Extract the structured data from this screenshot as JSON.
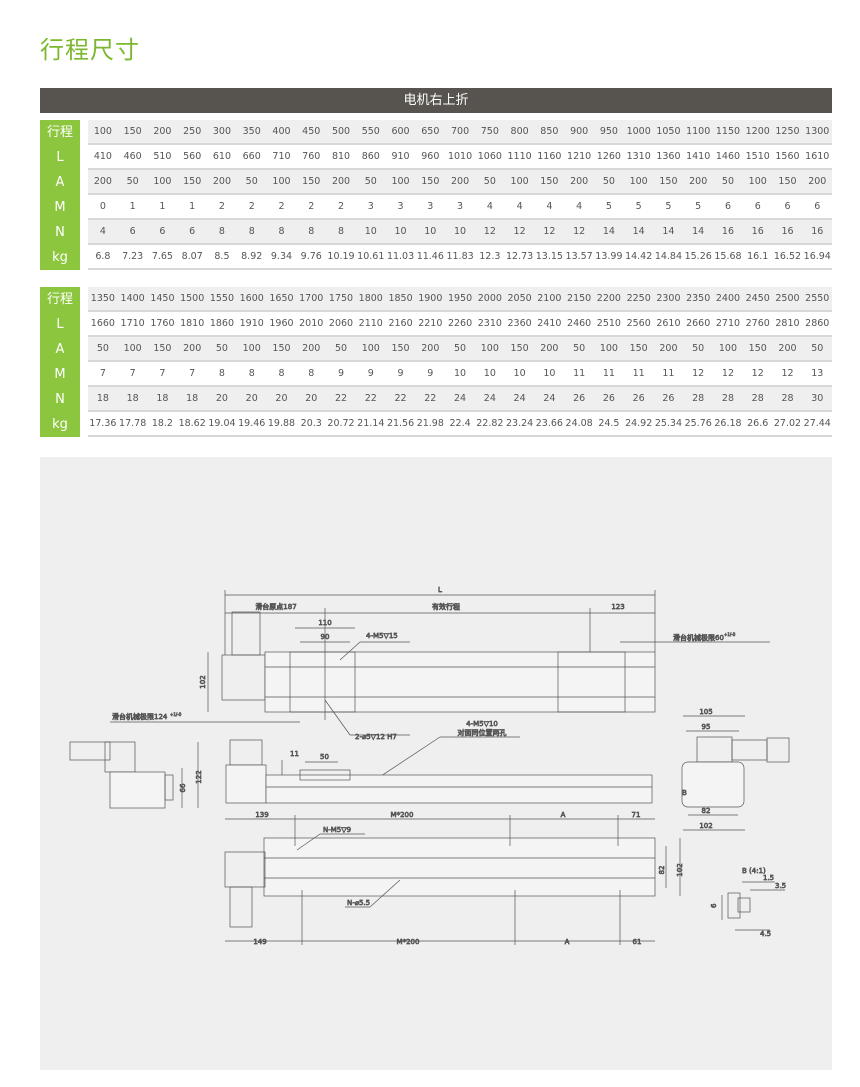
{
  "title": "行程尺寸",
  "table_header": "电机右上折",
  "row_labels": [
    "行程",
    "L",
    "A",
    "M",
    "N",
    "kg"
  ],
  "tables": [
    {
      "rows": [
        [
          "100",
          "150",
          "200",
          "250",
          "300",
          "350",
          "400",
          "450",
          "500",
          "550",
          "600",
          "650",
          "700",
          "750",
          "800",
          "850",
          "900",
          "950",
          "1000",
          "1050",
          "1100",
          "1150",
          "1200",
          "1250",
          "1300"
        ],
        [
          "410",
          "460",
          "510",
          "560",
          "610",
          "660",
          "710",
          "760",
          "810",
          "860",
          "910",
          "960",
          "1010",
          "1060",
          "1110",
          "1160",
          "1210",
          "1260",
          "1310",
          "1360",
          "1410",
          "1460",
          "1510",
          "1560",
          "1610"
        ],
        [
          "200",
          "50",
          "100",
          "150",
          "200",
          "50",
          "100",
          "150",
          "200",
          "50",
          "100",
          "150",
          "200",
          "50",
          "100",
          "150",
          "200",
          "50",
          "100",
          "150",
          "200",
          "50",
          "100",
          "150",
          "200"
        ],
        [
          "0",
          "1",
          "1",
          "1",
          "2",
          "2",
          "2",
          "2",
          "2",
          "3",
          "3",
          "3",
          "3",
          "4",
          "4",
          "4",
          "4",
          "5",
          "5",
          "5",
          "5",
          "6",
          "6",
          "6",
          "6"
        ],
        [
          "4",
          "6",
          "6",
          "6",
          "8",
          "8",
          "8",
          "8",
          "8",
          "10",
          "10",
          "10",
          "10",
          "12",
          "12",
          "12",
          "12",
          "14",
          "14",
          "14",
          "14",
          "16",
          "16",
          "16",
          "16"
        ],
        [
          "6.8",
          "7.23",
          "7.65",
          "8.07",
          "8.5",
          "8.92",
          "9.34",
          "9.76",
          "10.19",
          "10.61",
          "11.03",
          "11.46",
          "11.83",
          "12.3",
          "12.73",
          "13.15",
          "13.57",
          "13.99",
          "14.42",
          "14.84",
          "15.26",
          "15.68",
          "16.1",
          "16.52",
          "16.94"
        ]
      ]
    },
    {
      "rows": [
        [
          "1350",
          "1400",
          "1450",
          "1500",
          "1550",
          "1600",
          "1650",
          "1700",
          "1750",
          "1800",
          "1850",
          "1900",
          "1950",
          "2000",
          "2050",
          "2100",
          "2150",
          "2200",
          "2250",
          "2300",
          "2350",
          "2400",
          "2450",
          "2500",
          "2550"
        ],
        [
          "1660",
          "1710",
          "1760",
          "1810",
          "1860",
          "1910",
          "1960",
          "2010",
          "2060",
          "2110",
          "2160",
          "2210",
          "2260",
          "2310",
          "2360",
          "2410",
          "2460",
          "2510",
          "2560",
          "2610",
          "2660",
          "2710",
          "2760",
          "2810",
          "2860"
        ],
        [
          "50",
          "100",
          "150",
          "200",
          "50",
          "100",
          "150",
          "200",
          "50",
          "100",
          "150",
          "200",
          "50",
          "100",
          "150",
          "200",
          "50",
          "100",
          "150",
          "200",
          "50",
          "100",
          "150",
          "200",
          "50"
        ],
        [
          "7",
          "7",
          "7",
          "7",
          "8",
          "8",
          "8",
          "8",
          "9",
          "9",
          "9",
          "9",
          "10",
          "10",
          "10",
          "10",
          "11",
          "11",
          "11",
          "11",
          "12",
          "12",
          "12",
          "12",
          "13"
        ],
        [
          "18",
          "18",
          "18",
          "18",
          "20",
          "20",
          "20",
          "20",
          "22",
          "22",
          "22",
          "22",
          "24",
          "24",
          "24",
          "24",
          "26",
          "26",
          "26",
          "26",
          "28",
          "28",
          "28",
          "28",
          "30"
        ],
        [
          "17.36",
          "17.78",
          "18.2",
          "18.62",
          "19.04",
          "19.46",
          "19.88",
          "20.3",
          "20.72",
          "21.14",
          "21.56",
          "21.98",
          "22.4",
          "22.82",
          "23.24",
          "23.66",
          "24.08",
          "24.5",
          "24.92",
          "25.34",
          "25.76",
          "26.18",
          "26.6",
          "27.02",
          "27.44"
        ]
      ]
    }
  ],
  "drawing": {
    "L": "L",
    "origin": "滑台原点187",
    "stroke": "有效行程",
    "d123": "123",
    "d110": "110",
    "d90": "90",
    "m5_15": "4-M5▽15",
    "limit60": "滑台机械极限60",
    "limit60_tol": "+1/-0",
    "d102": "102",
    "limit124": "滑台机械极限124",
    "limit124_tol": "+1/-0",
    "pin": "2-⌀5▽12 H7",
    "m5_10": "4-M5▽10",
    "m5_10_note": "对面同位置两孔",
    "d105": "105",
    "d95": "95",
    "d11": "11",
    "d50": "50",
    "d66": "66",
    "d122": "122",
    "d82": "82",
    "d102b": "102",
    "markB": "B",
    "d139": "139",
    "m200a": "M*200",
    "Aa": "A",
    "d71": "71",
    "nm5": "N-M5▽9",
    "d82b": "82",
    "d102c": "102",
    "n55": "N-⌀5.5",
    "d149": "149",
    "m200b": "M*200",
    "Ab": "A",
    "d61": "61",
    "detail": "B (4:1)",
    "d1_5": "1.5",
    "d3_5": "3.5",
    "d6": "6",
    "d4_5": "4.5"
  }
}
